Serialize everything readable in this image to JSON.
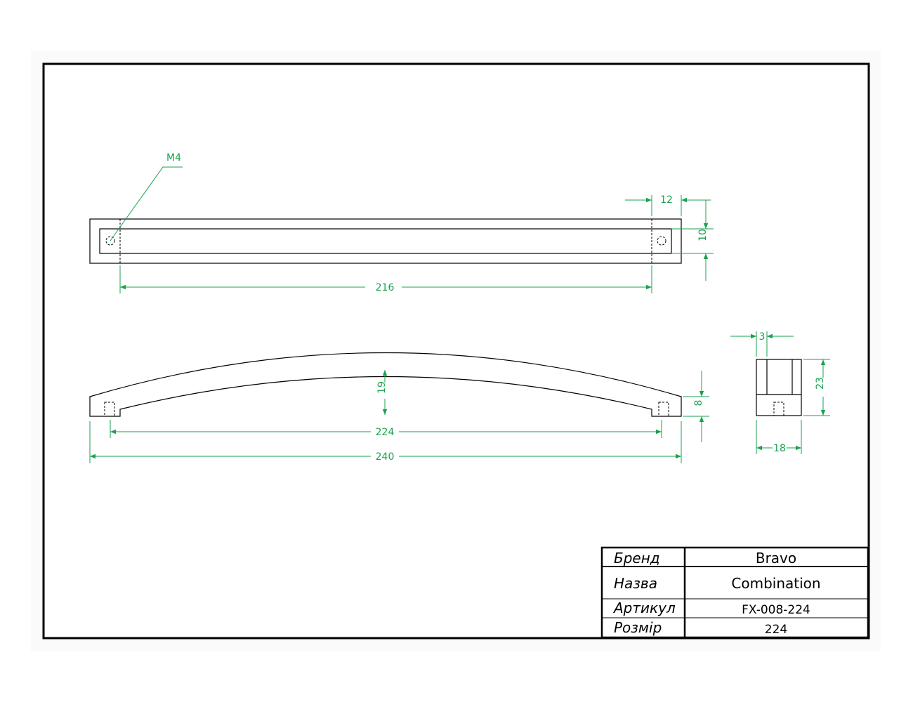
{
  "dimensions": {
    "thread": "M4",
    "hole_offset": "12",
    "hole_spacing": "216",
    "top_height": "10",
    "wall": "3",
    "arch_height": "19",
    "side_height": "23",
    "leg_height": "8",
    "center_distance": "224",
    "overall_length": "240",
    "depth": "18"
  },
  "title_block": {
    "rows": [
      {
        "label": "Бренд",
        "value": "Bravo"
      },
      {
        "label": "Назва",
        "value": "Combination"
      },
      {
        "label": "Артикул",
        "value": "FX-008-224"
      },
      {
        "label": "Розмір",
        "value": "224"
      }
    ]
  },
  "colors": {
    "dimension": "#1aa14f",
    "outline": "#000000",
    "background": "#ffffff"
  }
}
